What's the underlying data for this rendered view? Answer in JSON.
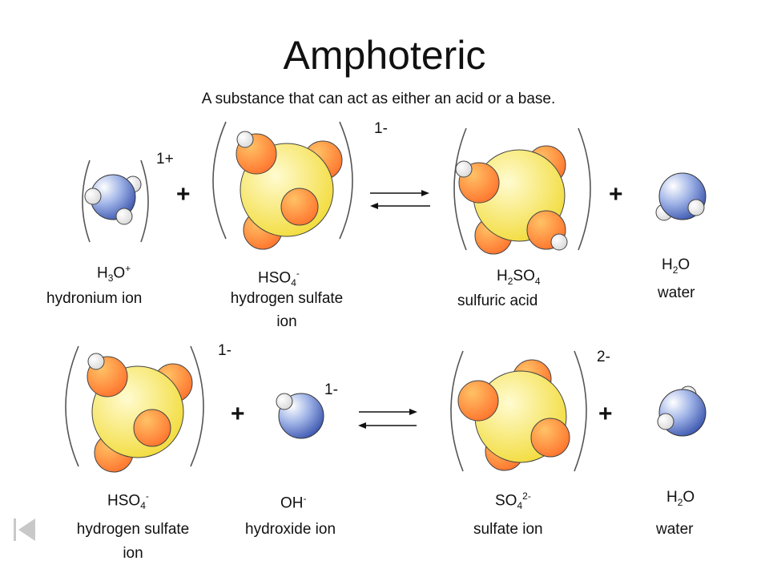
{
  "title": "Amphoteric",
  "subtitle": "A substance that can act as either an acid or a base.",
  "row1": {
    "hydronium": {
      "formula": [
        "H",
        "3",
        "O",
        "+"
      ],
      "name": "hydronium ion",
      "charge": "1+"
    },
    "hydrogen_sulfate": {
      "formula": [
        "HSO",
        "4",
        "-"
      ],
      "name_line1": "hydrogen sulfate",
      "name_line2": "ion",
      "charge": "1-"
    },
    "sulfuric_acid": {
      "formula": [
        "H",
        "2",
        "SO",
        "4"
      ],
      "name": "sulfuric acid"
    },
    "water": {
      "formula": [
        "H",
        "2",
        "O"
      ],
      "name": "water"
    },
    "plus_left": "+",
    "plus_right": "+"
  },
  "row2": {
    "hydrogen_sulfate": {
      "formula": [
        "HSO",
        "4",
        "-"
      ],
      "name_line1": "hydrogen sulfate",
      "name_line2": "ion",
      "charge": "1-"
    },
    "hydroxide": {
      "formula": [
        "OH",
        "-"
      ],
      "name": "hydroxide ion",
      "charge": "1-"
    },
    "sulfate": {
      "formula": [
        "SO",
        "4",
        "2-"
      ],
      "name": "sulfate ion",
      "charge": "2-"
    },
    "water": {
      "formula": [
        "H",
        "2",
        "O"
      ],
      "name": "water"
    },
    "plus_left": "+",
    "plus_right": "+"
  },
  "colors": {
    "oxygen_outer": "#ffffff",
    "oxygen_inner": "#2f4aa8",
    "sulfur_light": "#fffbd0",
    "sulfur_dark": "#f2dc3c",
    "orange_light": "#ffc266",
    "orange_dark": "#ff6f2a",
    "hydrogen": "#f2f2f2",
    "bracket": "#555555"
  },
  "icons": {
    "nav": "first-slide-icon"
  }
}
